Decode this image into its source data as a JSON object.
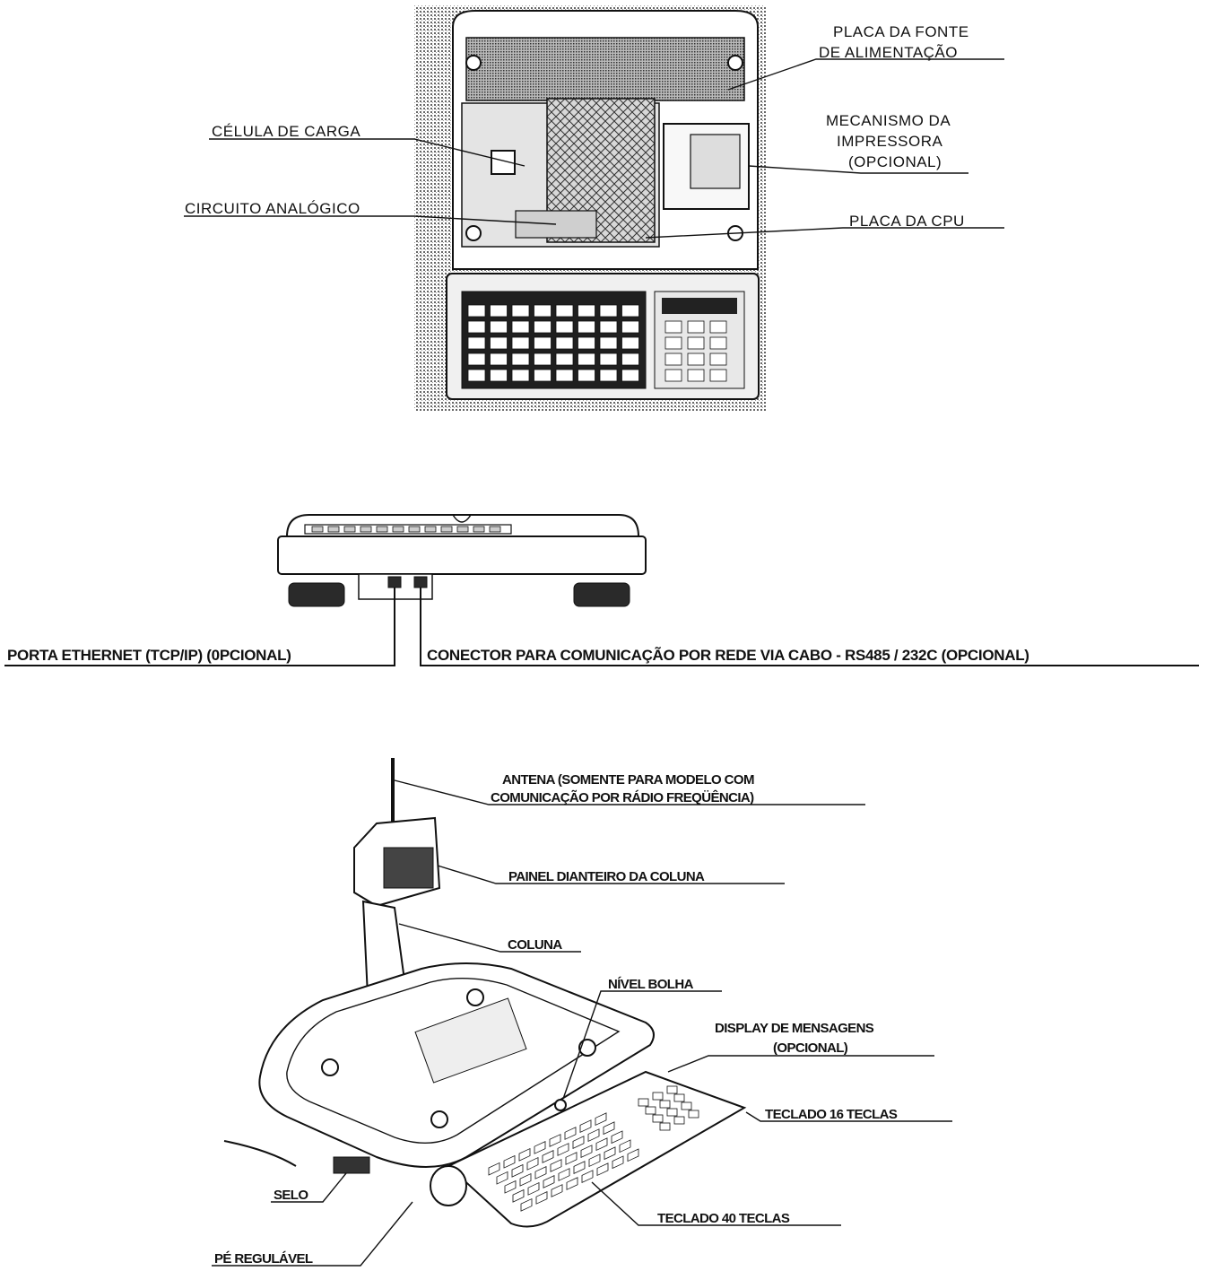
{
  "top_view": {
    "labels": {
      "power_board_line1": "PLACA DA FONTE",
      "power_board_line2": "DE ALIMENTAÇÃO",
      "load_cell": "CÉLULA DE CARGA",
      "printer_line1": "MECANISMO DA",
      "printer_line2": "IMPRESSORA",
      "printer_line3": "(OPCIONAL)",
      "analog_circuit": "CIRCUITO ANALÓGICO",
      "cpu_board": "PLACA DA CPU"
    }
  },
  "rear_view": {
    "labels": {
      "ethernet_port": "PORTA ETHERNET (TCP/IP) (0PCIONAL)",
      "network_connector": "CONECTOR PARA COMUNICAÇÃO POR REDE VIA CABO - RS485 / 232C (OPCIONAL)"
    }
  },
  "perspective_view": {
    "labels": {
      "antenna_line1": "ANTENA (SOMENTE PARA MODELO COM",
      "antenna_line2": "COMUNICAÇÃO POR RÁDIO FREQÜÊNCIA)",
      "column_front_panel": "PAINEL DIANTEIRO DA COLUNA",
      "column": "COLUNA",
      "bubble_level": "NÍVEL BOLHA",
      "message_display_line1": "DISPLAY DE MENSAGENS",
      "message_display_line2": "(OPCIONAL)",
      "keypad_16": "TECLADO 16 TECLAS",
      "seal": "SELO",
      "keypad_40": "TECLADO 40 TECLAS",
      "adjustable_foot": "PÉ REGULÁVEL"
    }
  },
  "colors": {
    "ink": "#111111",
    "paper": "#ffffff",
    "halftone": "#7a7a7a"
  }
}
